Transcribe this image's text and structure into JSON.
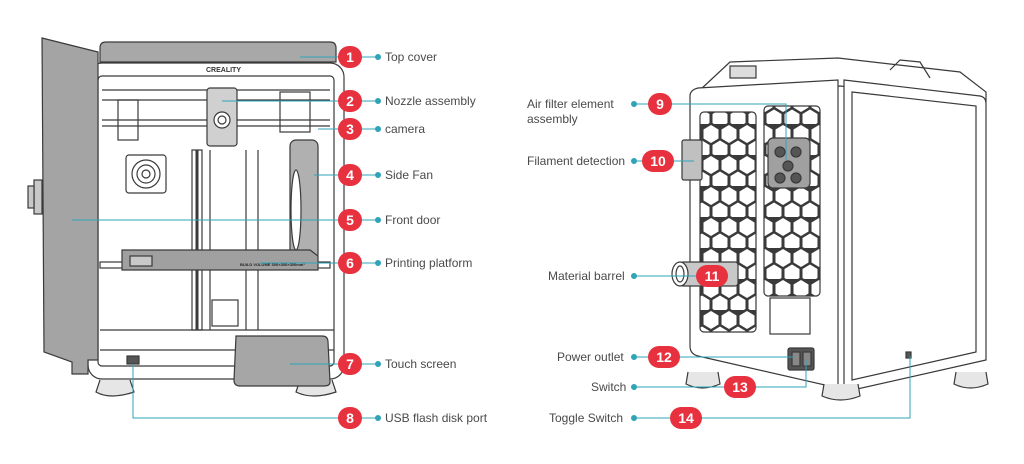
{
  "colors": {
    "badge": "#e8313f",
    "leader": "#2fa3b8",
    "outline": "#3a3a3a",
    "panel": "#9e9e9e"
  },
  "brand": "CREALITY",
  "platform_label": "BUILD VOLUME 300×300×300mm³",
  "front_callouts": [
    {
      "num": "1",
      "label": "Top cover"
    },
    {
      "num": "2",
      "label": "Nozzle assembly"
    },
    {
      "num": "3",
      "label": "camera"
    },
    {
      "num": "4",
      "label": "Side Fan"
    },
    {
      "num": "5",
      "label": "Front door"
    },
    {
      "num": "6",
      "label": "Printing platform"
    },
    {
      "num": "7",
      "label": "Touch screen"
    },
    {
      "num": "8",
      "label": "USB flash disk port"
    }
  ],
  "back_callouts": [
    {
      "num": "9",
      "label": "Air filter element",
      "label2": "assembly"
    },
    {
      "num": "10",
      "label": "Filament detection"
    },
    {
      "num": "11",
      "label": "Material barrel"
    },
    {
      "num": "12",
      "label": "Power outlet"
    },
    {
      "num": "13",
      "label": "Switch"
    },
    {
      "num": "14",
      "label": "Toggle Switch"
    }
  ]
}
